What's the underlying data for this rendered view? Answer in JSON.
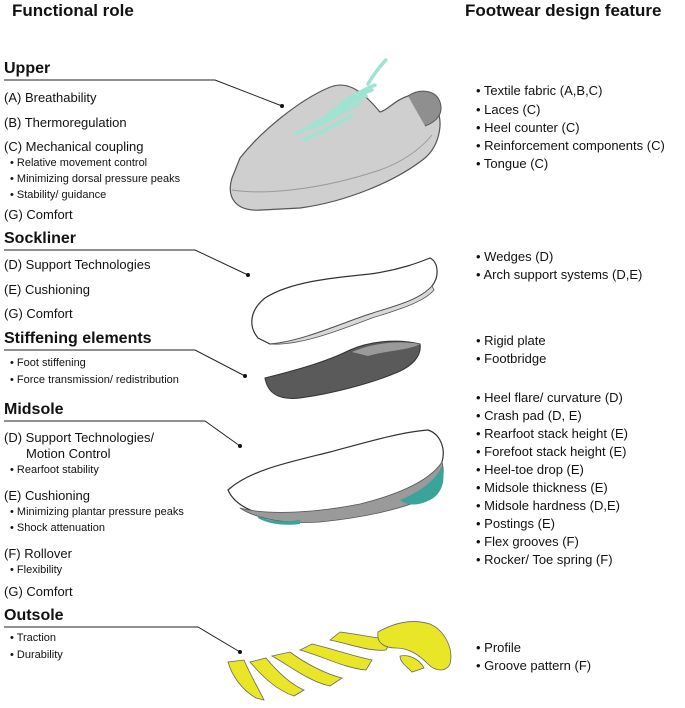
{
  "headers": {
    "left": "Functional role",
    "right": "Footwear design feature"
  },
  "sections": [
    {
      "title": "Upper",
      "lines": [
        {
          "kind": "item",
          "text": "(A) Breathability"
        },
        {
          "kind": "item",
          "text": "(B) Thermoregulation"
        },
        {
          "kind": "item",
          "text": "(C) Mechanical coupling"
        },
        {
          "kind": "sub",
          "text": "• Relative movement control"
        },
        {
          "kind": "sub",
          "text": "• Minimizing dorsal pressure peaks"
        },
        {
          "kind": "sub",
          "text": "• Stability/ guidance"
        },
        {
          "kind": "item",
          "text": "(G) Comfort"
        }
      ],
      "features": [
        "• Textile fabric (A,B,C)",
        "• Laces (C)",
        "• Heel counter (C)",
        "• Reinforcement components (C)",
        "• Tongue (C)"
      ]
    },
    {
      "title": "Sockliner",
      "lines": [
        {
          "kind": "item",
          "text": "(D) Support Technologies"
        },
        {
          "kind": "item",
          "text": "(E) Cushioning"
        },
        {
          "kind": "item",
          "text": "(G) Comfort"
        }
      ],
      "features": [
        "• Wedges (D)",
        "• Arch support systems (D,E)"
      ]
    },
    {
      "title": "Stiffening elements",
      "lines": [
        {
          "kind": "sub",
          "text": "• Foot stiffening"
        },
        {
          "kind": "sub",
          "text": "• Force transmission/ redistribution"
        }
      ],
      "features": [
        "• Rigid plate",
        "• Footbridge"
      ]
    },
    {
      "title": "Midsole",
      "lines": [
        {
          "kind": "item",
          "text": "(D) Support Technologies/"
        },
        {
          "kind": "item",
          "text": "      Motion Control"
        },
        {
          "kind": "sub",
          "text": "• Rearfoot stability"
        },
        {
          "kind": "item",
          "text": "(E) Cushioning"
        },
        {
          "kind": "sub",
          "text": "• Minimizing plantar pressure peaks"
        },
        {
          "kind": "sub",
          "text": "• Shock attenuation"
        },
        {
          "kind": "item",
          "text": "(F) Rollover"
        },
        {
          "kind": "sub",
          "text": "• Flexibility"
        },
        {
          "kind": "item",
          "text": "(G) Comfort"
        }
      ],
      "features": [
        "• Heel flare/ curvature (D)",
        "• Crash pad (D, E)",
        "• Rearfoot stack height (E)",
        "• Forefoot stack height (E)",
        "• Heel-toe drop (E)",
        "• Midsole thickness (E)",
        "• Midsole hardness (D,E)",
        "• Postings (E)",
        "• Flex grooves (F)",
        "• Rocker/ Toe spring (F)"
      ]
    },
    {
      "title": "Outsole",
      "lines": [
        {
          "kind": "sub",
          "text": "• Traction"
        },
        {
          "kind": "sub",
          "text": "• Durability"
        }
      ],
      "features": [
        "• Profile",
        "• Groove pattern (F)"
      ]
    }
  ],
  "colors": {
    "outsole": "#e8e626",
    "shoe_grey": "#c9c9c9",
    "laces": "#9fe3d3",
    "midsole_accent": "#3aa39a",
    "stiffener": "#5a5a5a"
  }
}
